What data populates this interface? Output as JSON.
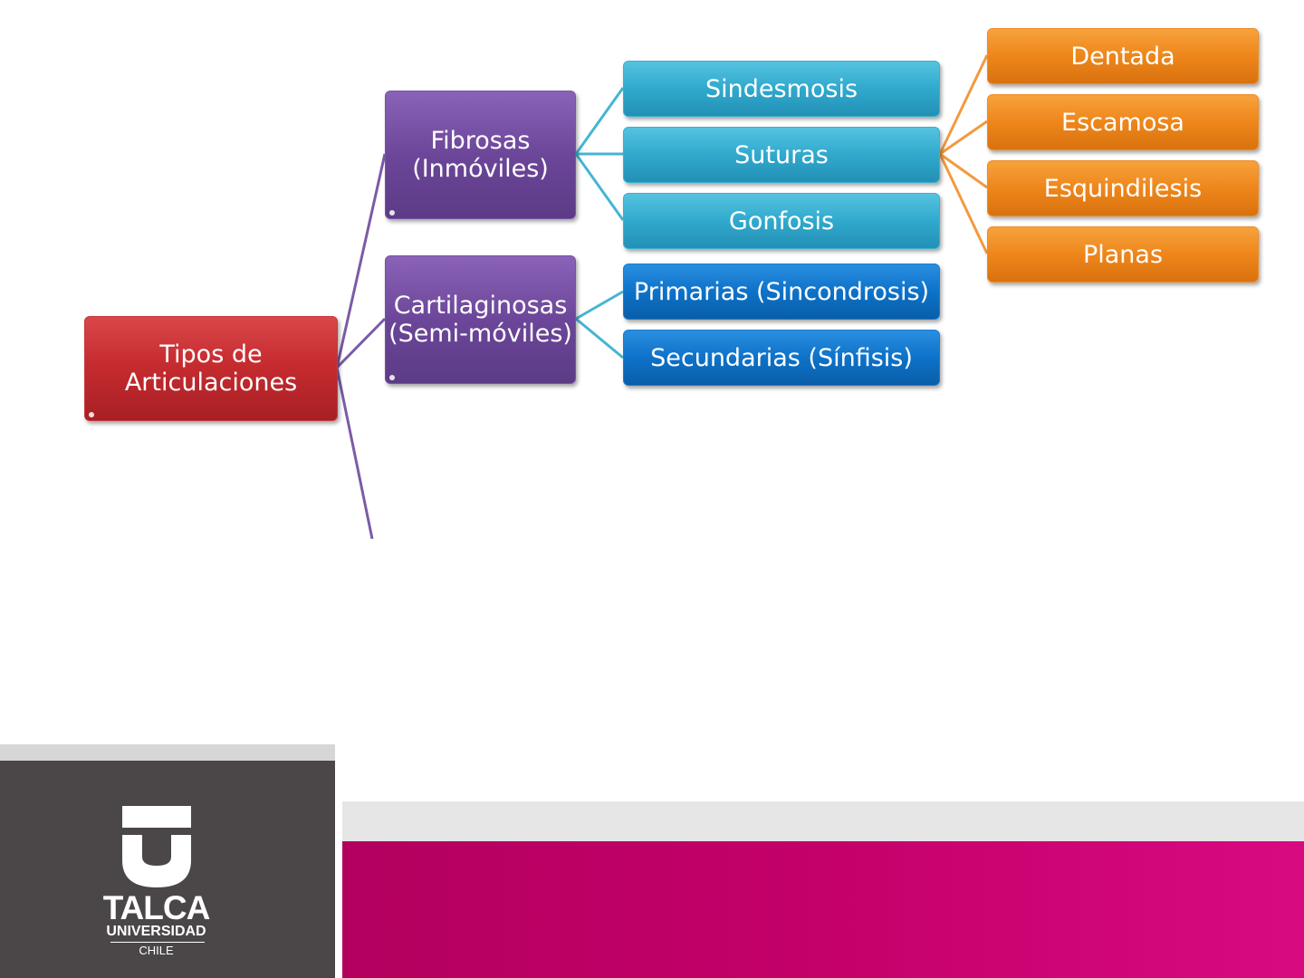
{
  "diagram": {
    "root": {
      "lines": [
        "Tipos de",
        "Articulaciones"
      ],
      "color": "#c33b3f"
    },
    "level1": [
      {
        "lines": [
          "Fibrosas",
          "(Inmóviles)"
        ],
        "color": "#7852a6"
      },
      {
        "lines": [
          "Cartilaginosas",
          "(Semi-móviles)"
        ],
        "color": "#7852a6"
      }
    ],
    "fibrosas_children": [
      {
        "label": "Sindesmosis",
        "color": "#3ab0d0"
      },
      {
        "label": "Suturas",
        "color": "#3ab0d0"
      },
      {
        "label": "Gonfosis",
        "color": "#3ab0d0"
      }
    ],
    "cartilaginosas_children": [
      {
        "label": "Primarias (Sincondrosis)",
        "color": "#1a7dd0"
      },
      {
        "label": "Secundarias (Sínfisis)",
        "color": "#1a7dd0"
      }
    ],
    "suturas_children": [
      {
        "label": "Dentada",
        "color": "#ee8d28"
      },
      {
        "label": "Escamosa",
        "color": "#ee8d28"
      },
      {
        "label": "Esquindilesis",
        "color": "#ee8d28"
      },
      {
        "label": "Planas",
        "color": "#ee8d28"
      }
    ]
  },
  "footer": {
    "logo": {
      "name": "TALCA",
      "sub": "UNIVERSIDAD",
      "country": "CHILE"
    },
    "colors": {
      "dark": "#4b4748",
      "magenta": "#c4006a",
      "light_grey": "#e6e6e6"
    }
  }
}
